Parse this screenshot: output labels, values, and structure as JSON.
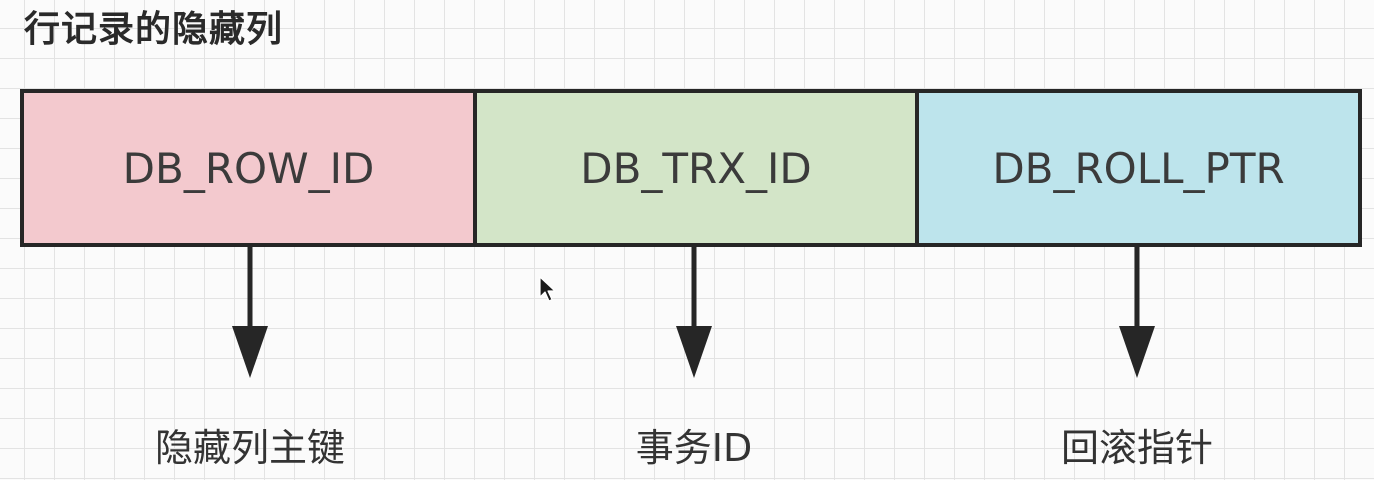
{
  "diagram": {
    "title": "行记录的隐藏列",
    "columns": [
      {
        "name": "DB_ROW_ID",
        "description": "隐藏列主键",
        "fill": "#f3c9ce"
      },
      {
        "name": "DB_TRX_ID",
        "description": "事务ID",
        "fill": "#d3e5c8"
      },
      {
        "name": "DB_ROLL_PTR",
        "description": "回滚指针",
        "fill": "#bde4ec"
      }
    ],
    "stroke_color": "#262626"
  }
}
